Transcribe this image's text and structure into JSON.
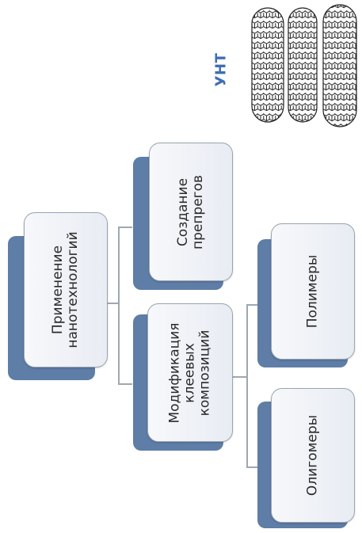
{
  "diagram": {
    "nodes": [
      {
        "id": "root",
        "label": "Применение\nнанотехнологий"
      },
      {
        "id": "prepregs",
        "label": "Создание\nпрепрегов"
      },
      {
        "id": "adhesive",
        "label": "Модификация\nклеевых\nкомпозиций"
      },
      {
        "id": "polymers",
        "label": "Полимеры"
      },
      {
        "id": "oligomers",
        "label": "Олигомеры"
      }
    ],
    "edges": [
      {
        "from": "root",
        "to": "prepregs"
      },
      {
        "from": "root",
        "to": "adhesive"
      },
      {
        "from": "adhesive",
        "to": "polymers"
      },
      {
        "from": "adhesive",
        "to": "oligomers"
      }
    ]
  },
  "nanotubes": {
    "label": "УНТ",
    "icon": "carbon-nanotubes-icon",
    "count": 3
  },
  "colors": {
    "shadow": "#5e7da7",
    "connector": "#9fa7b3",
    "label_accent": "#3f6eb2",
    "text": "#2a2a2a"
  }
}
